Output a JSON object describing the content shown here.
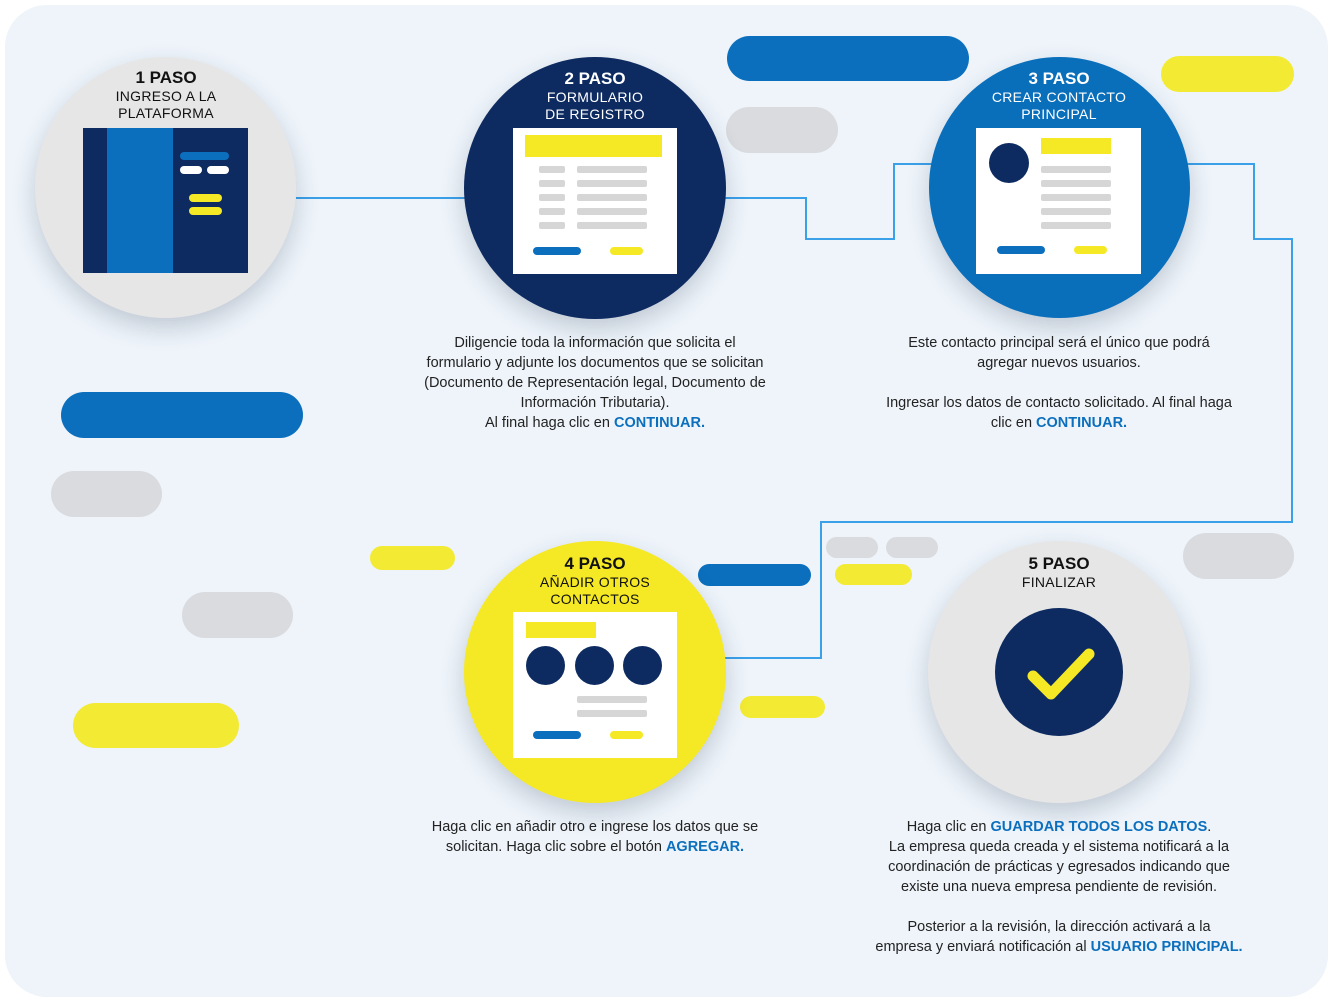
{
  "colors": {
    "navy": "#0d2b61",
    "blue": "#0b6fbd",
    "yellow": "#f4e924",
    "grey": "#e6e6e6",
    "background": "#eef4fa"
  },
  "steps": [
    {
      "number": "1 PASO",
      "title_line1": "INGRESO A LA",
      "title_line2": "PLATAFORMA"
    },
    {
      "number": "2 PASO",
      "title_line1": "FORMULARIO",
      "title_line2": "DE REGISTRO",
      "desc": [
        "Diligencie toda la información que solicita el",
        "formulario y adjunte los documentos que se  solicitan",
        "(Documento de Representación legal, Documento de",
        "Información Tributaria)."
      ],
      "desc_last_prefix": "Al final haga clic en ",
      "desc_last_highlight": "CONTINUAR."
    },
    {
      "number": "3 PASO",
      "title_line1": "CREAR CONTACTO",
      "title_line2": "PRINCIPAL",
      "desc": [
        "Este contacto principal será el único que podrá",
        "agregar nuevos usuarios."
      ],
      "desc2_line1": "Ingresar los datos de contacto solicitado. Al final haga",
      "desc2_prefix": "clic en ",
      "desc2_highlight": "CONTINUAR."
    },
    {
      "number": "4 PASO",
      "title_line1": "AÑADIR OTROS",
      "title_line2": "CONTACTOS",
      "desc_line1": "Haga clic en añadir otro e ingrese los datos que se",
      "desc_prefix": "solicitan. Haga clic sobre el botón ",
      "desc_highlight": "AGREGAR."
    },
    {
      "number": "5 PASO",
      "title_line1": "FINALIZAR",
      "desc_prefix": "Haga clic en ",
      "desc_highlight": "GUARDAR TODOS LOS DATOS",
      "desc_suffix": ".",
      "desc_lines": [
        "La empresa queda creada y el sistema notificará a la",
        "coordinación de prácticas y egresados indicando que",
        "existe una nueva empresa pendiente de revisión."
      ],
      "desc2_line1": "Posterior a la revisión, la dirección activará a la",
      "desc2_prefix": "empresa y enviará notificación al ",
      "desc2_highlight": "USUARIO PRINCIPAL.",
      "icon": "checkmark-icon"
    }
  ]
}
